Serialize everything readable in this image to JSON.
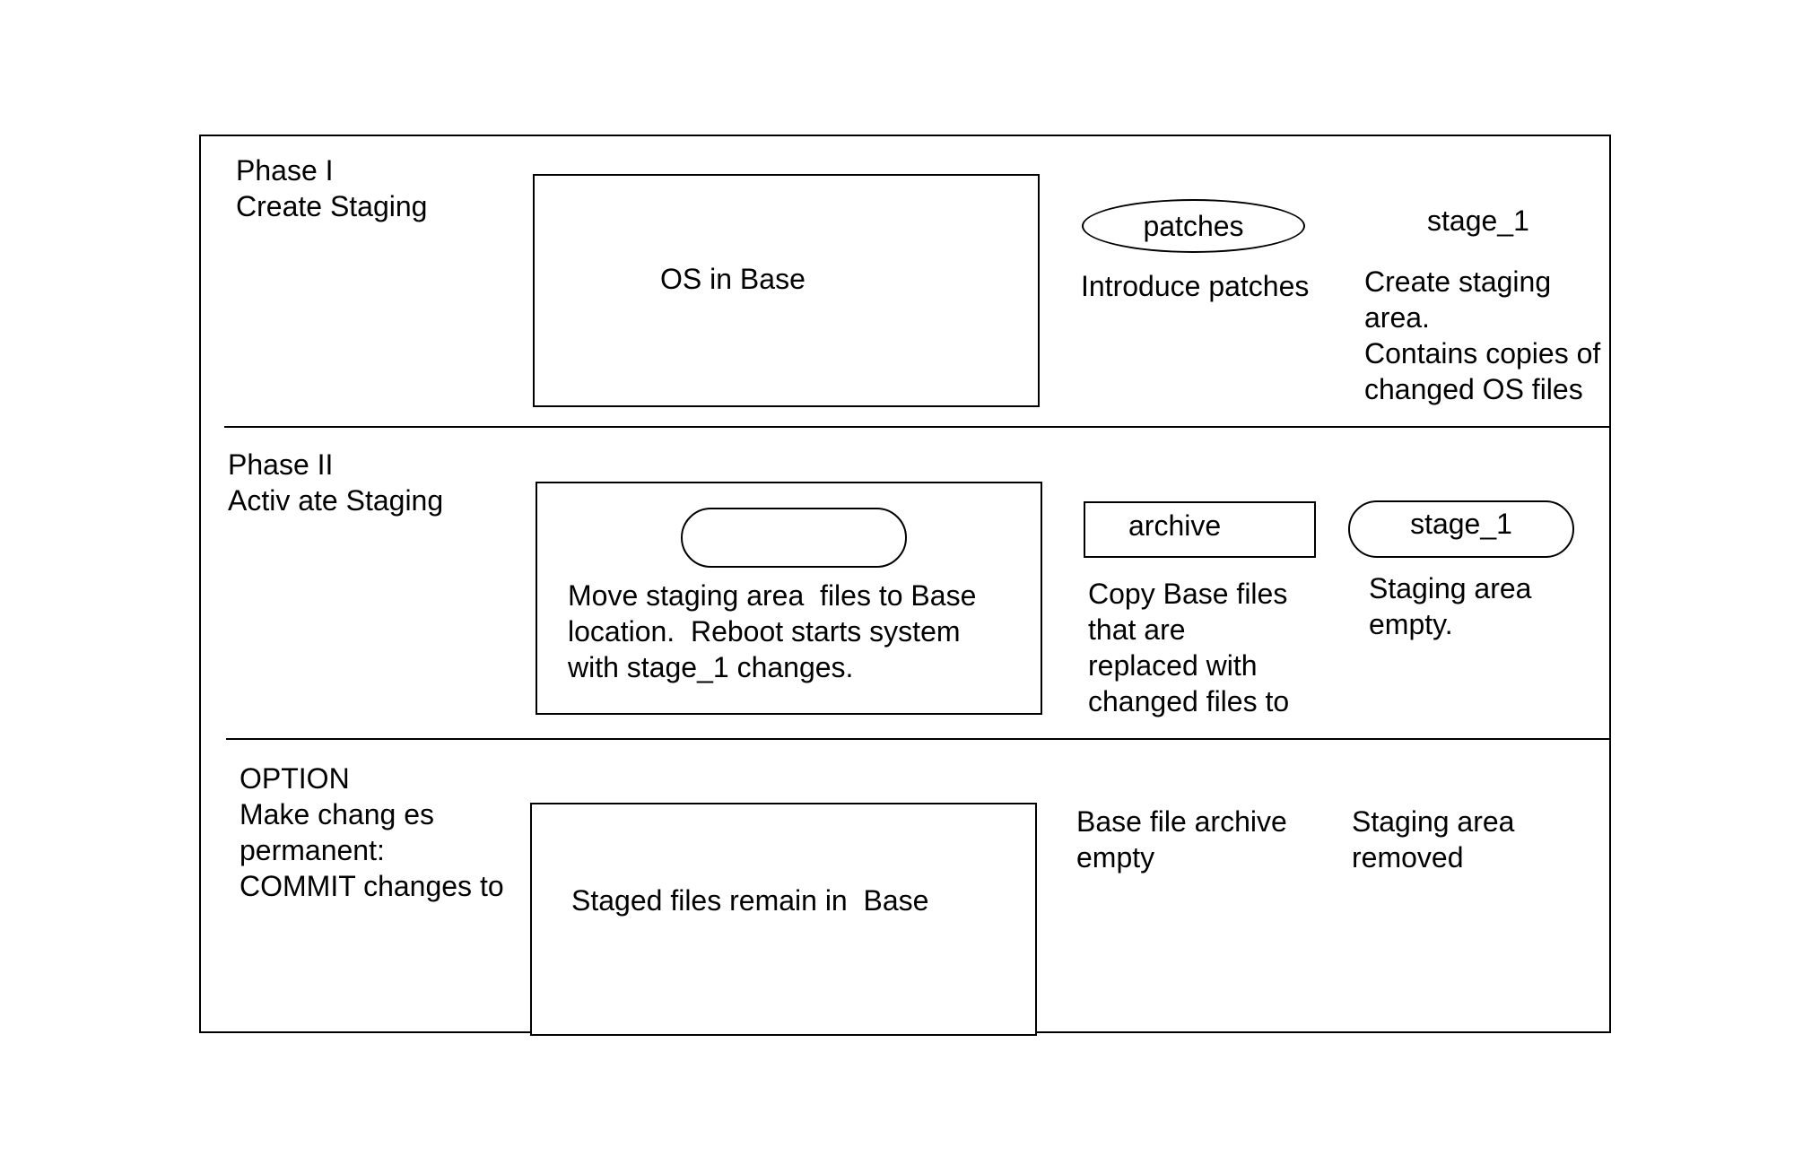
{
  "phase1": {
    "title_line1": "Phase I",
    "title_line2": "Create Staging",
    "os_box_label": "OS in Base",
    "patches_label": "patches",
    "patches_caption": "Introduce patches",
    "stage_label": "stage_1",
    "stage_caption": "Create staging\narea.\nContains copies of\nchanged OS files"
  },
  "phase2": {
    "title_line1": "Phase II",
    "title_line2": "Activ ate Staging",
    "move_caption": "Move staging area  files to Base\nlocation.  Reboot starts system\nwith stage_1 changes.",
    "archive_label": "archive",
    "archive_caption": "Copy Base files\nthat are\nreplaced with\nchanged files to",
    "stage_label": "stage_1",
    "stage_caption": "Staging area\nempty."
  },
  "option": {
    "title_lines": "OPTION\nMake chang es\npermanent:\nCOMMIT changes to",
    "staged_box_label": "Staged files remain in  Base",
    "archive_caption": "Base file archive\nempty",
    "staging_caption": "Staging area\nremoved"
  }
}
